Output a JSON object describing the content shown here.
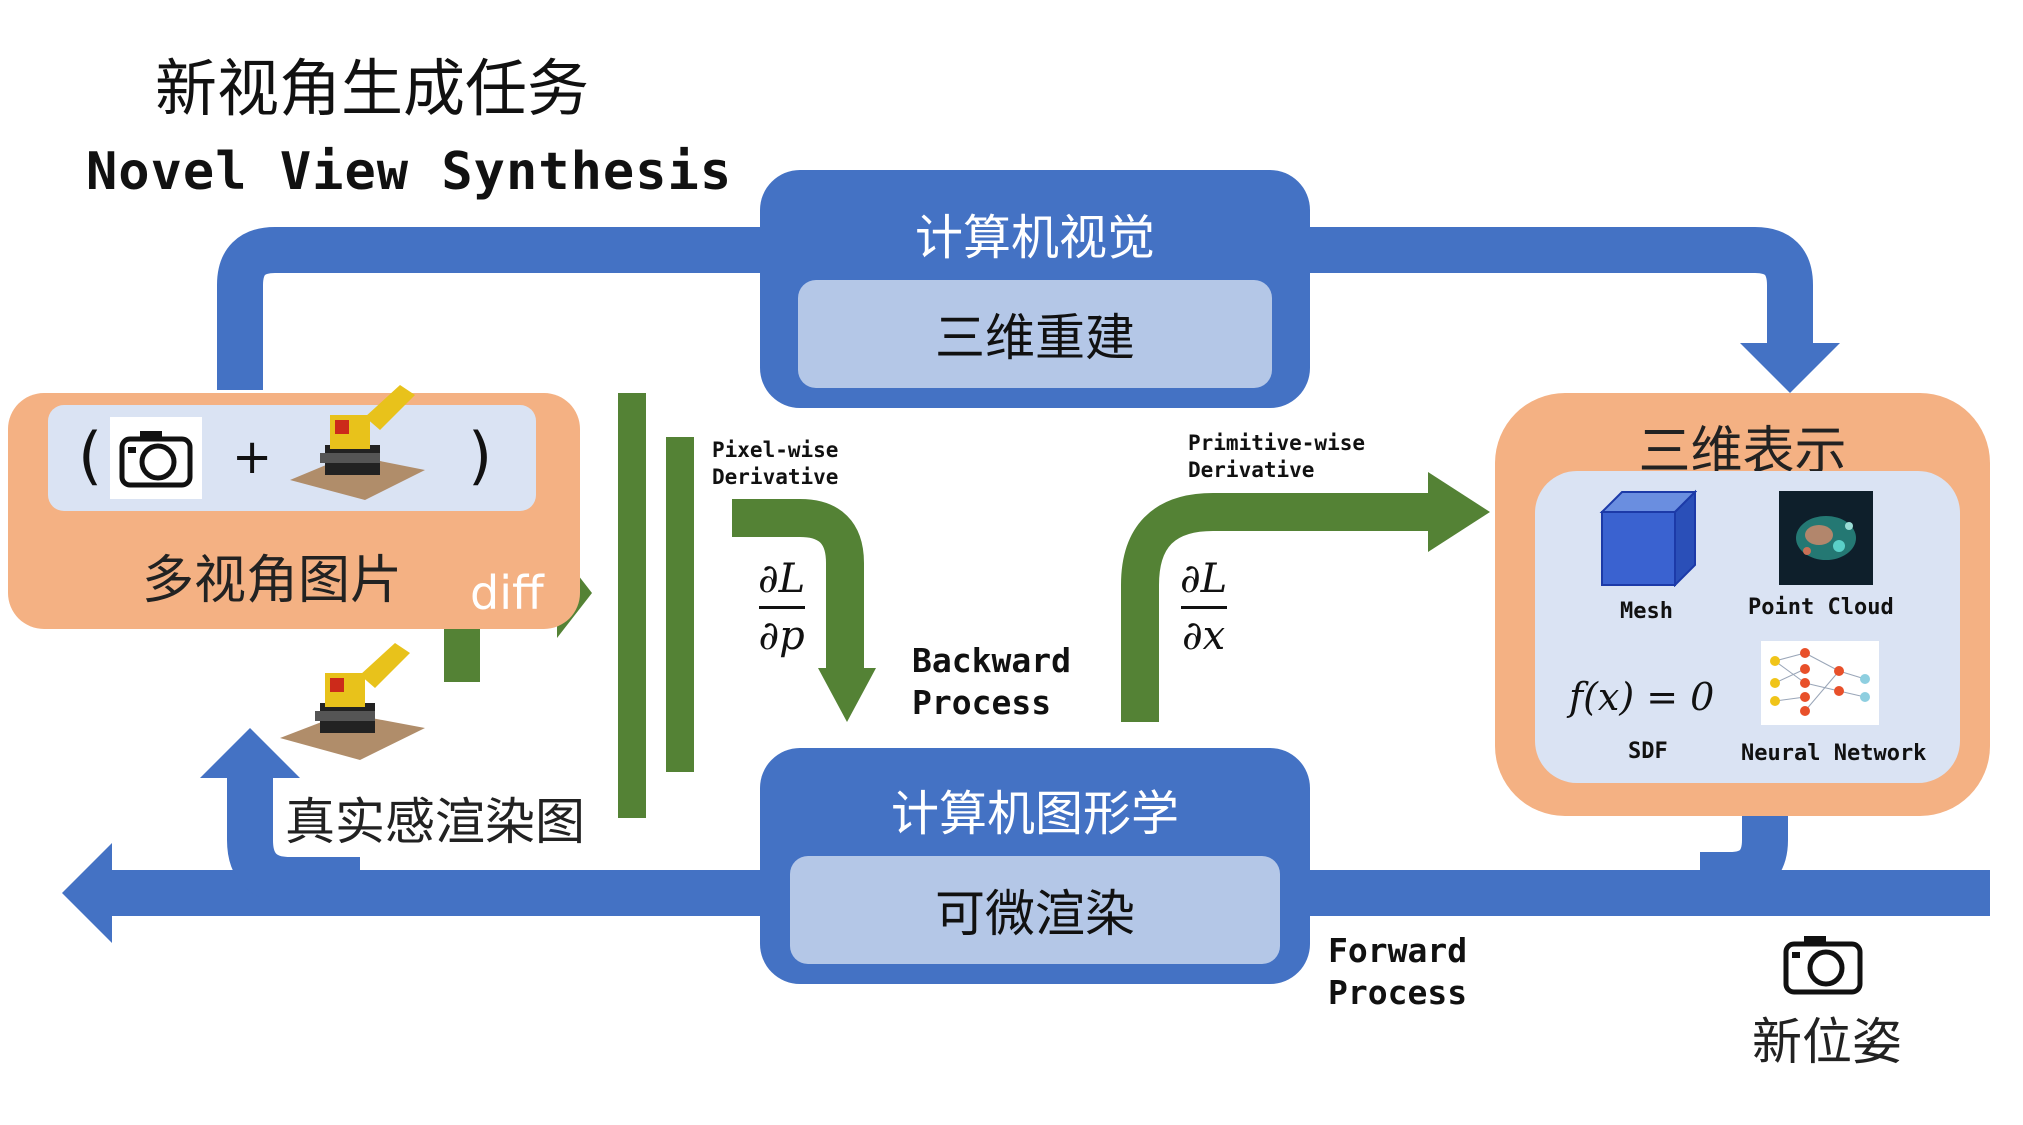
{
  "title": {
    "chinese": "新视角生成任务",
    "english": "Novel View Synthesis"
  },
  "cv_box": {
    "header": "计算机视觉",
    "inner": "三维重建"
  },
  "cg_box": {
    "header": "计算机图形学",
    "inner": "可微渲染"
  },
  "multiview": {
    "open_paren": "(",
    "plus": "+",
    "close_paren": ")",
    "label": "多视角图片",
    "diff": "diff"
  },
  "real_render_label": "真实感渲染图",
  "pixel_wise": {
    "line1": "Pixel-wise",
    "line2": "Derivative"
  },
  "primitive_wise": {
    "line1": "Primitive-wise",
    "line2": "Derivative"
  },
  "deriv_p": {
    "num": "∂L",
    "den": "∂p"
  },
  "deriv_x": {
    "num": "∂L",
    "den": "∂x"
  },
  "backward": {
    "line1": "Backward",
    "line2": "Process"
  },
  "forward": {
    "line1": "Forward",
    "line2": "Process"
  },
  "rep3d": {
    "title": "三维表示",
    "mesh": "Mesh",
    "point_cloud": "Point Cloud",
    "sdf_formula": "f(x) = 0",
    "sdf": "SDF",
    "neural_network": "Neural Network"
  },
  "new_pose_label": "新位姿",
  "colors": {
    "blue": "#4472c4",
    "light_blue": "#b4c7e7",
    "orange": "#f4b183",
    "inner_blue": "#dae3f3",
    "green": "#548235"
  },
  "icons": [
    "camera-icon",
    "lego-bulldozer-image",
    "cube-mesh-icon",
    "point-cloud-image",
    "neural-network-icon"
  ]
}
